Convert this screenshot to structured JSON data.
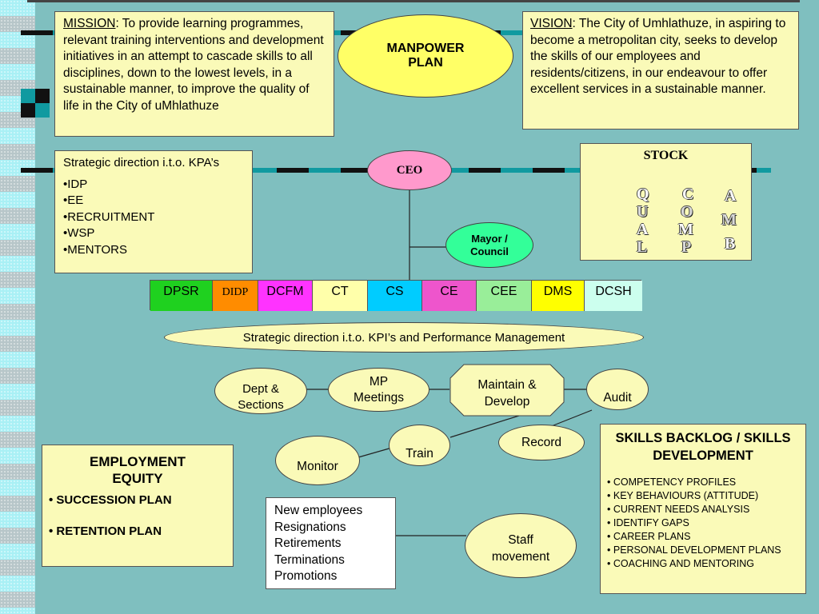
{
  "slide": {
    "title_oval": "MANPOWER PLAN",
    "mission": {
      "label": "MISSION",
      "text": ":  To provide learning programmes, relevant training interventions and development initiatives in an attempt to cascade skills to all disciplines, down to the lowest levels, in a sustainable manner, to improve the quality of life in the City of uMhlathuze"
    },
    "vision": {
      "label": "VISION",
      "text": ":  The City of Umhlathuze, in aspiring to become a metropolitan city, seeks to develop the skills of our employees and residents/citizens, in our endeavour to offer excellent services in a sustainable manner."
    },
    "strategic_kpa": {
      "heading": "Strategic direction i.t.o. KPA’s",
      "items": [
        "IDP",
        "EE",
        "RECRUITMENT",
        "WSP",
        "MENTORS"
      ]
    },
    "ceo": "CEO",
    "mayor": "Mayor / Council",
    "stock": {
      "title": "STOCK",
      "columns": [
        {
          "letters": [
            "Q",
            "U",
            "A",
            "L"
          ]
        },
        {
          "letters": [
            "C",
            "O",
            "M",
            "P"
          ]
        },
        {
          "letters": [
            "A",
            "M",
            "B"
          ]
        }
      ]
    },
    "departments": [
      {
        "label": "DPSR",
        "color": "#1fd11f"
      },
      {
        "label": "DIDP",
        "color": "#ff8c00"
      },
      {
        "label": "DCFM",
        "color": "#ff33ff"
      },
      {
        "label": "CT",
        "color": "#ffffaa"
      },
      {
        "label": "CS",
        "color": "#00ccff"
      },
      {
        "label": "CE",
        "color": "#ee55cc"
      },
      {
        "label": "CEE",
        "color": "#99ee99"
      },
      {
        "label": "DMS",
        "color": "#ffff00"
      },
      {
        "label": "DCSH",
        "color": "#ccffee"
      }
    ],
    "kpi_oval": "Strategic direction i.t.o. KPI’s and Performance Management",
    "flow": {
      "dept_sections": "Dept & Sections",
      "mp_meetings": "MP Meetings",
      "maintain_develop": "Maintain & Develop",
      "audit": "Audit",
      "record": "Record",
      "train": "Train",
      "monitor": "Monitor"
    },
    "employment_equity": {
      "title": "EMPLOYMENT EQUITY",
      "items": [
        "SUCCESSION PLAN",
        "RETENTION PLAN"
      ]
    },
    "movements": {
      "items": [
        "New employees",
        "Resignations",
        "Retirements",
        "Terminations",
        "Promotions"
      ]
    },
    "staff_movement": "Staff movement",
    "skills": {
      "title": "SKILLS BACKLOG / SKILLS DEVELOPMENT",
      "items": [
        "COMPETENCY PROFILES",
        "KEY BEHAVIOURS (ATTITUDE)",
        "CURRENT NEEDS ANALYSIS",
        "IDENTIFY GAPS",
        "CAREER PLANS",
        "PERSONAL DEVELOPMENT PLANS",
        "COACHING AND MENTORING"
      ]
    },
    "colors": {
      "background": "#7fbfbf",
      "box": "#fafab8",
      "title_oval": "#ffff66",
      "ceo_oval": "#ff99cc",
      "mayor_oval": "#33ff99",
      "line_dark": "#111111",
      "line_teal": "#109aa0"
    }
  }
}
